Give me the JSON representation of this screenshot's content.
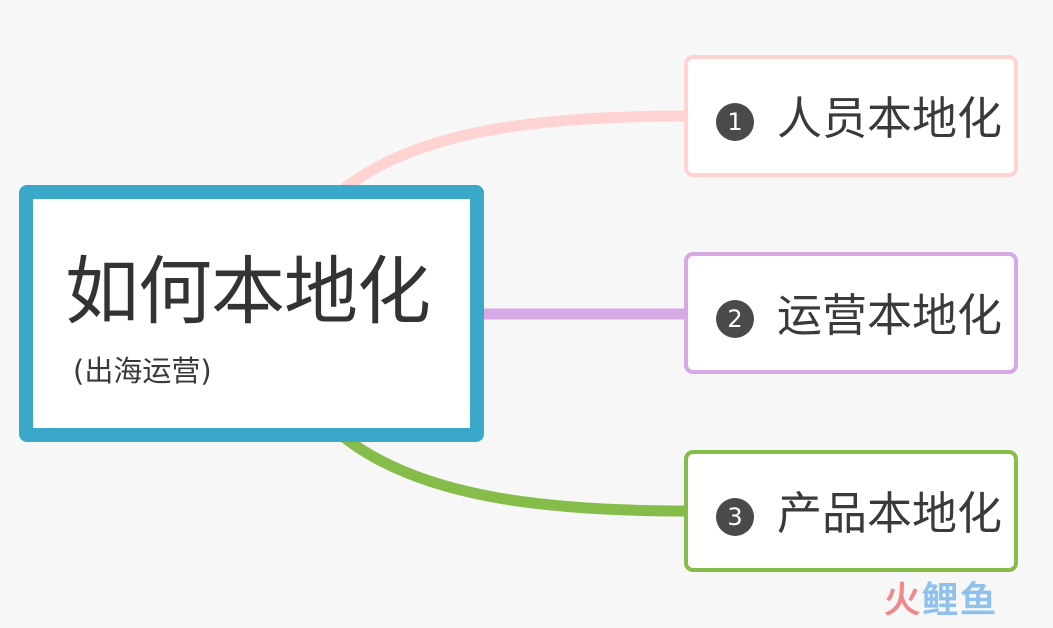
{
  "root": {
    "title": "如何本地化",
    "subtitle": "(出海运营)",
    "border_color": "#3aa8c8"
  },
  "branches": [
    {
      "number": "1",
      "label": "人员本地化",
      "color": "#ffd3d1"
    },
    {
      "number": "2",
      "label": "运营本地化",
      "color": "#d6a8e6"
    },
    {
      "number": "3",
      "label": "产品本地化",
      "color": "#85bc4a"
    }
  ],
  "watermark": {
    "chars": [
      "火",
      "鲤",
      "鱼"
    ],
    "colors": [
      "#f08a8a",
      "#8ec1ec",
      "#8ec1ec"
    ]
  }
}
